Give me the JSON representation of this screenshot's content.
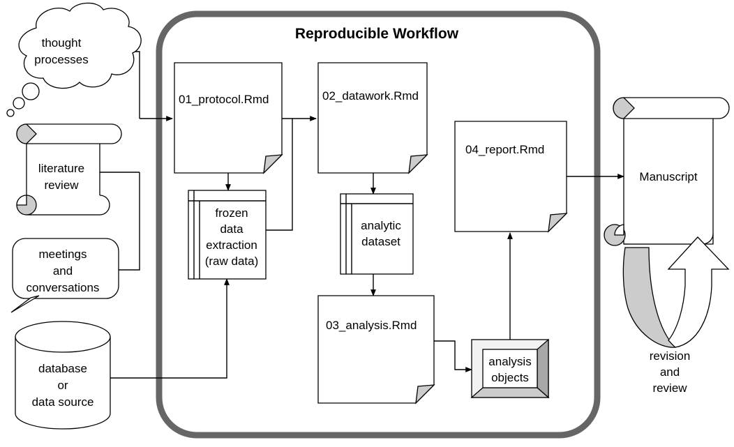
{
  "diagram": {
    "title": "Reproducible Workflow",
    "container_label": "reproducible-workflow-container"
  },
  "inputs": [
    {
      "id": "thought",
      "label_lines": [
        "thought",
        "processes"
      ],
      "shape": "cloud"
    },
    {
      "id": "literature",
      "label_lines": [
        "literature",
        "review"
      ],
      "shape": "scroll"
    },
    {
      "id": "meetings",
      "label_lines": [
        "meetings",
        "and",
        "conversations"
      ],
      "shape": "speech-bubble"
    },
    {
      "id": "database",
      "label_lines": [
        "database",
        "or",
        "data source"
      ],
      "shape": "cylinder"
    }
  ],
  "scripts": [
    {
      "id": "protocol",
      "label": "01_protocol.Rmd",
      "shape": "document"
    },
    {
      "id": "datawork",
      "label": "02_datawork.Rmd",
      "shape": "document"
    },
    {
      "id": "analysis",
      "label": "03_analysis.Rmd",
      "shape": "document"
    },
    {
      "id": "report",
      "label": "04_report.Rmd",
      "shape": "document"
    }
  ],
  "datastores": [
    {
      "id": "frozen",
      "label_lines": [
        "frozen",
        "data",
        "extraction",
        "(raw data)"
      ],
      "shape": "stored-data"
    },
    {
      "id": "analytic",
      "label_lines": [
        "analytic",
        "dataset"
      ],
      "shape": "stored-data"
    }
  ],
  "objects": [
    {
      "id": "analysis-objects",
      "label_lines": [
        "analysis",
        "objects"
      ],
      "shape": "beveled-box"
    }
  ],
  "outputs": [
    {
      "id": "manuscript",
      "label": "Manuscript",
      "shape": "scroll"
    }
  ],
  "loop": {
    "id": "revision-loop",
    "label_lines": [
      "revision",
      "and",
      "review"
    ],
    "shape": "u-turn-arrow"
  },
  "colors": {
    "container_border": "#666666",
    "fold_fill": "#cccccc",
    "line": "#000000",
    "background": "#ffffff",
    "bevel_shadow": "#a8a8a8"
  }
}
